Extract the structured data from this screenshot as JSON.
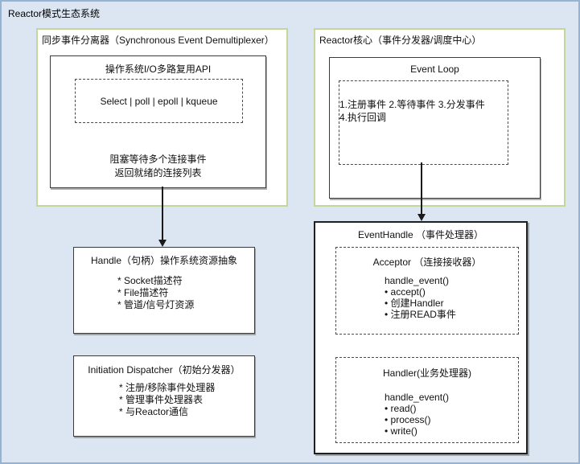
{
  "page": {
    "title": "Reactor模式生态系统"
  },
  "demultiplexer": {
    "title": "同步事件分离器（Synchronous Event Demultiplexer）",
    "api_box": {
      "title": "操作系统I/O多路复用API",
      "options": "Select | poll | epoll | kqueue",
      "note_line1": "阻塞等待多个连接事件",
      "note_line2": "返回就绪的连接列表"
    }
  },
  "reactor_core": {
    "title": "Reactor核心（事件分发器/调度中心）",
    "event_loop": {
      "title": "Event Loop",
      "steps": [
        "1.注册事件",
        "2.等待事件",
        "3.分发事件",
        "4.执行回调"
      ]
    }
  },
  "handle": {
    "title": "Handle（句柄）操作系统资源抽象",
    "items": [
      "* Socket描述符",
      "* File描述符",
      "* 管道/信号灯资源"
    ]
  },
  "dispatcher": {
    "title": "Initiation Dispatcher（初始分发器）",
    "items": [
      "* 注册/移除事件处理器",
      "* 管理事件处理器表",
      "* 与Reactor通信"
    ]
  },
  "event_handle": {
    "title": "EventHandle （事件处理器）",
    "acceptor": {
      "title": "Acceptor （连接接收器）",
      "method": "handle_event()",
      "items": [
        "• accept()",
        "• 创建Handler",
        "• 注册READ事件"
      ]
    },
    "handler": {
      "title": "Handler(业务处理器)",
      "method": "handle_event()",
      "items": [
        "• read()",
        "• process()",
        "• write()"
      ]
    }
  },
  "colors": {
    "page_background": "#dce6f2",
    "page_border": "#95b3d7",
    "group_border": "#c3d69b",
    "node_border": "#3a3a3a",
    "text": "#111111"
  }
}
